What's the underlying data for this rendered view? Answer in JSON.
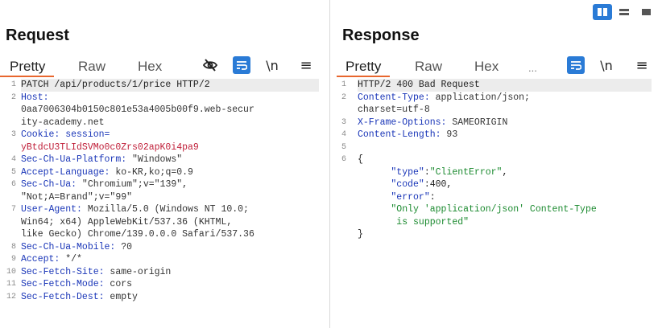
{
  "layout": {
    "buttons": [
      "split-vertical",
      "split-horizontal",
      "single"
    ]
  },
  "request": {
    "title": "Request",
    "tabs": [
      "Pretty",
      "Raw",
      "Hex"
    ],
    "icons": [
      "eye-off-icon",
      "wrap-icon",
      "newline-icon",
      "menu-icon"
    ],
    "newline_label": "\\n",
    "menu_label": "≡",
    "lines": [
      {
        "n": "1",
        "parts": [
          {
            "t": "PATCH /api/products/1/price HTTP/2",
            "c": "plain"
          }
        ]
      },
      {
        "n": "2",
        "parts": [
          {
            "t": "Host:",
            "c": "key"
          }
        ]
      },
      {
        "n": "",
        "parts": [
          {
            "t": "0aa7006304b0150c801e53a4005b00f9.web-secur",
            "c": "val"
          }
        ]
      },
      {
        "n": "",
        "parts": [
          {
            "t": "ity-academy.net",
            "c": "val"
          }
        ]
      },
      {
        "n": "3",
        "parts": [
          {
            "t": "Cookie: session=",
            "c": "key"
          }
        ]
      },
      {
        "n": "",
        "parts": [
          {
            "t": "yBtdcU3TLIdSVMo0c0Zrs02apK0i4pa9",
            "c": "cookie"
          }
        ]
      },
      {
        "n": "4",
        "parts": [
          {
            "t": "Sec-Ch-Ua-Platform: ",
            "c": "key"
          },
          {
            "t": "\"Windows\"",
            "c": "val"
          }
        ]
      },
      {
        "n": "5",
        "parts": [
          {
            "t": "Accept-Language: ",
            "c": "key"
          },
          {
            "t": "ko-KR,ko;q=0.9",
            "c": "val"
          }
        ]
      },
      {
        "n": "6",
        "parts": [
          {
            "t": "Sec-Ch-Ua: ",
            "c": "key"
          },
          {
            "t": "\"Chromium\";v=\"139\",",
            "c": "val"
          }
        ]
      },
      {
        "n": "",
        "parts": [
          {
            "t": "\"Not;A=Brand\";v=\"99\"",
            "c": "val"
          }
        ]
      },
      {
        "n": "7",
        "parts": [
          {
            "t": "User-Agent: ",
            "c": "key"
          },
          {
            "t": "Mozilla/5.0 (Windows NT 10.0;",
            "c": "val"
          }
        ]
      },
      {
        "n": "",
        "parts": [
          {
            "t": "Win64; x64) AppleWebKit/537.36 (KHTML,",
            "c": "val"
          }
        ]
      },
      {
        "n": "",
        "parts": [
          {
            "t": "like Gecko) Chrome/139.0.0.0 Safari/537.36",
            "c": "val"
          }
        ]
      },
      {
        "n": "8",
        "parts": [
          {
            "t": "Sec-Ch-Ua-Mobile: ",
            "c": "key"
          },
          {
            "t": "?0",
            "c": "val"
          }
        ]
      },
      {
        "n": "9",
        "parts": [
          {
            "t": "Accept: ",
            "c": "key"
          },
          {
            "t": "*/*",
            "c": "val"
          }
        ]
      },
      {
        "n": "10",
        "parts": [
          {
            "t": "Sec-Fetch-Site: ",
            "c": "key"
          },
          {
            "t": "same-origin",
            "c": "val"
          }
        ]
      },
      {
        "n": "11",
        "parts": [
          {
            "t": "Sec-Fetch-Mode: ",
            "c": "key"
          },
          {
            "t": "cors",
            "c": "val"
          }
        ]
      },
      {
        "n": "12",
        "parts": [
          {
            "t": "Sec-Fetch-Dest: ",
            "c": "key"
          },
          {
            "t": "empty",
            "c": "val"
          }
        ]
      }
    ]
  },
  "response": {
    "title": "Response",
    "tabs": [
      "Pretty",
      "Raw",
      "Hex"
    ],
    "ellipsis": "...",
    "icons": [
      "wrap-icon",
      "newline-icon",
      "menu-icon"
    ],
    "newline_label": "\\n",
    "menu_label": "≡",
    "lines": [
      {
        "n": "1",
        "parts": [
          {
            "t": "HTTP/2 400 Bad Request",
            "c": "plain"
          }
        ]
      },
      {
        "n": "2",
        "parts": [
          {
            "t": "Content-Type: ",
            "c": "key"
          },
          {
            "t": "application/json;",
            "c": "val"
          }
        ]
      },
      {
        "n": "",
        "parts": [
          {
            "t": "charset=utf-8",
            "c": "val"
          }
        ]
      },
      {
        "n": "3",
        "parts": [
          {
            "t": "X-Frame-Options: ",
            "c": "key"
          },
          {
            "t": "SAMEORIGIN",
            "c": "val"
          }
        ]
      },
      {
        "n": "4",
        "parts": [
          {
            "t": "Content-Length: ",
            "c": "key"
          },
          {
            "t": "93",
            "c": "val"
          }
        ]
      },
      {
        "n": "5",
        "parts": []
      },
      {
        "n": "6",
        "parts": [
          {
            "t": "{",
            "c": "plain"
          }
        ]
      },
      {
        "n": "",
        "parts": [
          {
            "t": "      \"type\"",
            "c": "jkey"
          },
          {
            "t": ":",
            "c": "plain"
          },
          {
            "t": "\"ClientError\"",
            "c": "jstr"
          },
          {
            "t": ",",
            "c": "plain"
          }
        ]
      },
      {
        "n": "",
        "parts": [
          {
            "t": "      \"code\"",
            "c": "jkey"
          },
          {
            "t": ":400,",
            "c": "plain"
          }
        ]
      },
      {
        "n": "",
        "parts": [
          {
            "t": "      \"error\"",
            "c": "jkey"
          },
          {
            "t": ":",
            "c": "plain"
          }
        ]
      },
      {
        "n": "",
        "parts": [
          {
            "t": "      \"Only 'application/json' Content-Type",
            "c": "jstr"
          }
        ]
      },
      {
        "n": "",
        "parts": [
          {
            "t": "       is supported\"",
            "c": "jstr"
          }
        ]
      },
      {
        "n": "",
        "parts": [
          {
            "t": "}",
            "c": "plain"
          }
        ]
      }
    ]
  }
}
